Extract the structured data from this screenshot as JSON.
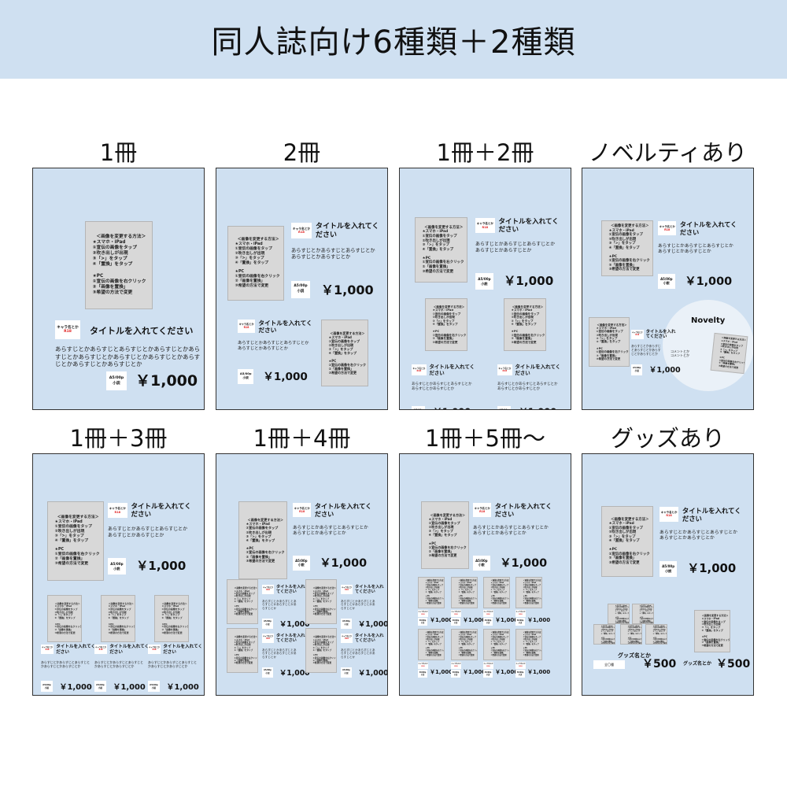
{
  "header": {
    "title": "同人誌向け6種類＋2種類"
  },
  "panels": [
    {
      "label": "1冊"
    },
    {
      "label": "2冊"
    },
    {
      "label": "1冊＋2冊"
    },
    {
      "label": "ノベルティあり"
    },
    {
      "label": "1冊＋3冊"
    },
    {
      "label": "1冊＋4冊"
    },
    {
      "label": "1冊＋5冊〜"
    },
    {
      "label": "グッズあり"
    }
  ],
  "sample": {
    "instructions": [
      "＜画像を変更する方法＞",
      "★スマホ・iPad",
      "①宣伝の画像をタップ",
      "②吹き出しが出現",
      "③「>」をタップ",
      "④「置換」をタップ",
      "",
      "★PC",
      "①宣伝の画像を右クリック",
      "②「画像を置換」",
      "③希望の方法で変更"
    ],
    "tag_name": "キャラ名とか",
    "tag_rating": "R18",
    "title": "タイトルを入れてください",
    "synopsis_long": "あらすじとかあらすじとあらすじとかあらすじとかあらすじとかあらすじとかあらすじとかあらすじとかあらすじとかあらすじとかあらすじとか",
    "synopsis_short": "あらすじとかあらすじとあらすじとかあらすじとかあらすじとか",
    "spec_size": "A5/00p",
    "spec_genre": "小説",
    "price": "￥1,000"
  },
  "novelty": {
    "label": "Novelty",
    "comment": "コメントとか\nコメントとか"
  },
  "goods": {
    "name": "グッズ名とか",
    "count": "全〇種",
    "price": "￥500"
  },
  "colors": {
    "panel_bg": "#cfe0f1",
    "header_bg": "#cfe0f1",
    "cover_gray": "#d8d8d8",
    "rating_red": "#e02020"
  }
}
